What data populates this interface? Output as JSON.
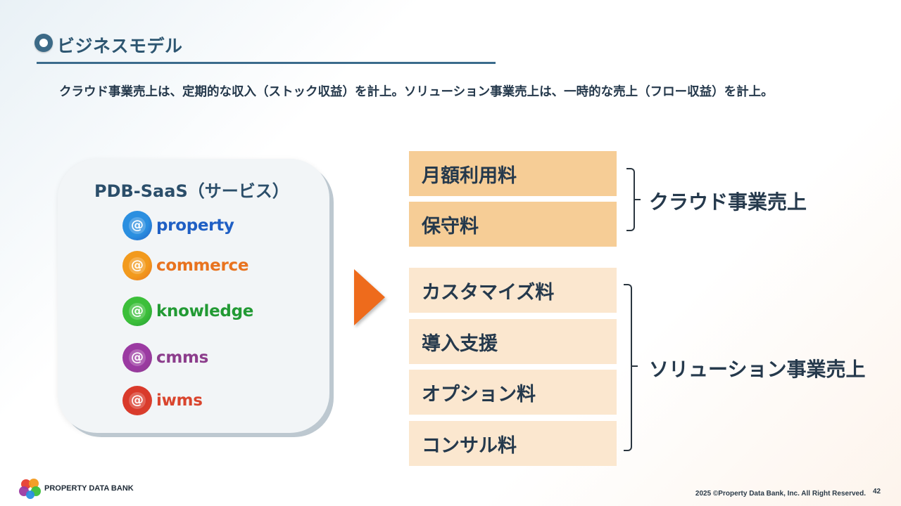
{
  "header": {
    "title": "ビジネスモデル",
    "description": "クラウド事業売上は、定期的な収入（ストック収益）を計上。ソリューション事業売上は、一時的な売上（フロー収益）を計上。"
  },
  "services_card": {
    "title": "PDB-SaaS（サービス）",
    "items": [
      {
        "name": "property",
        "logo_icon": "at-sign-icon",
        "color": "#1f5fc4",
        "logo_color": "#2b8fe0"
      },
      {
        "name": "commerce",
        "logo_icon": "at-sign-icon",
        "color": "#e8731f",
        "logo_color": "#f29a1d"
      },
      {
        "name": "knowledge",
        "logo_icon": "at-sign-icon",
        "color": "#229a34",
        "logo_color": "#3cbf3a"
      },
      {
        "name": "cmms",
        "logo_icon": "at-sign-icon",
        "color": "#8c3d8c",
        "logo_color": "#9b3aa2"
      },
      {
        "name": "iwms",
        "logo_icon": "at-sign-icon",
        "color": "#d9452e",
        "logo_color": "#d93a2b"
      }
    ]
  },
  "fees": {
    "cloud": [
      "月額利用料",
      "保守料"
    ],
    "solution": [
      "カスタマイズ料",
      "導入支援",
      "オプション料",
      "コンサル料"
    ]
  },
  "categories": {
    "cloud": "クラウド事業売上",
    "solution": "ソリューション事業売上"
  },
  "footer": {
    "brand": "PROPERTY DATA BANK",
    "copyright": "2025 ©Property Data Bank, Inc. All Right Reserved.",
    "page_number": "42"
  },
  "colors": {
    "accent": "#3b6b8c",
    "arrow": "#ee6b1c",
    "cloud_fee": "#f6cd96",
    "solution_fee": "#fbe7cf"
  }
}
